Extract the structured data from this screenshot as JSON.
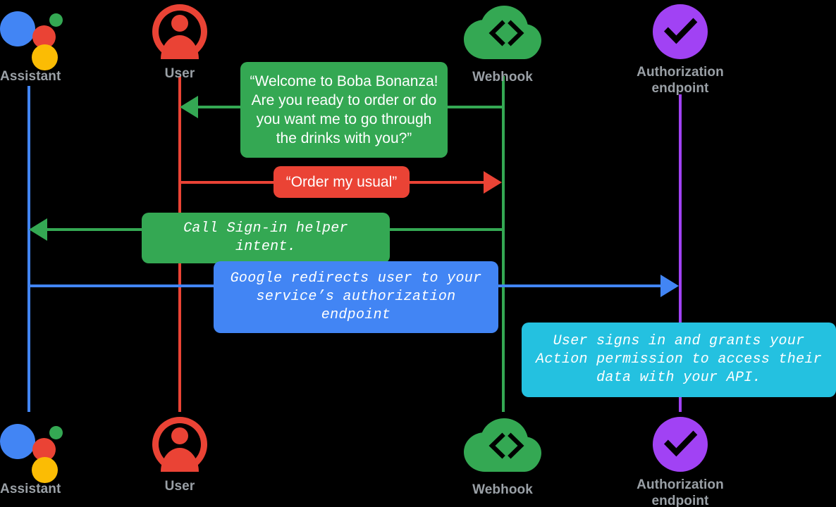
{
  "diagram": {
    "title": "Account linking sequence diagram",
    "background": "#000000",
    "label_color": "#9aa0a6",
    "colors": {
      "assistant_blue": "#4285f4",
      "user_red": "#ea4335",
      "webhook_green": "#34a853",
      "auth_purple": "#a142f4",
      "bubble_cyan": "#24c1e0",
      "white": "#ffffff"
    }
  },
  "actors_top": [
    {
      "id": "assistant",
      "label": "Assistant",
      "icon": "google-assistant-logo-icon",
      "color": "#4285f4"
    },
    {
      "id": "user",
      "label": "User",
      "icon": "user-avatar-icon",
      "color": "#ea4335"
    },
    {
      "id": "webhook",
      "label": "Webhook",
      "icon": "cloud-code-icon",
      "color": "#34a853"
    },
    {
      "id": "auth",
      "label": "Authorization\nendpoint",
      "icon": "purple-check-circle-icon",
      "color": "#a142f4"
    }
  ],
  "actors_bottom": [
    {
      "id": "assistant",
      "label": "Assistant",
      "icon": "google-assistant-logo-icon",
      "color": "#4285f4"
    },
    {
      "id": "user",
      "label": "User",
      "icon": "user-avatar-icon",
      "color": "#ea4335"
    },
    {
      "id": "webhook",
      "label": "Webhook",
      "icon": "cloud-code-icon",
      "color": "#34a853"
    },
    {
      "id": "auth",
      "label": "Authorization\nendpoint",
      "icon": "purple-check-circle-icon",
      "color": "#a142f4"
    }
  ],
  "messages": [
    {
      "id": "welcome",
      "text": "“Welcome to Boba Bonanza!\nAre you ready to order or do\nyou want me to go through\nthe drinks with you?”",
      "from": "webhook",
      "to": "user",
      "direction": "left",
      "color": "#34a853",
      "font": "sans"
    },
    {
      "id": "order-my-usual",
      "text": "“Order my usual”",
      "from": "user",
      "to": "webhook",
      "direction": "right",
      "color": "#ea4335",
      "font": "sans"
    },
    {
      "id": "call-signin-helper",
      "text": "Call Sign-in helper intent.",
      "from": "webhook",
      "to": "assistant",
      "direction": "left",
      "color": "#34a853",
      "font": "mono"
    },
    {
      "id": "google-redirect",
      "text": "Google redirects user to your\nservice’s authorization endpoint",
      "from": "assistant",
      "to": "auth",
      "direction": "right",
      "color": "#4285f4",
      "font": "mono"
    },
    {
      "id": "user-signs-in",
      "text": "User signs in and grants your\nAction permission to access their\ndata with your API.",
      "from": "auth",
      "to": "auth",
      "direction": "none",
      "color": "#24c1e0",
      "font": "mono"
    }
  ]
}
